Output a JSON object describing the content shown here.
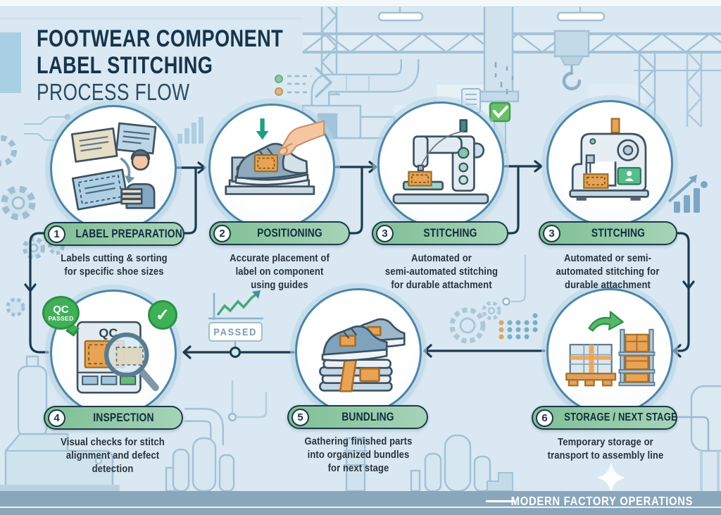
{
  "title": {
    "line1": "FOOTWEAR COMPONENT",
    "line2": "LABEL STITCHING",
    "line3": "PROCESS FLOW"
  },
  "nodes": [
    {
      "id": "label-preparation",
      "number": "1",
      "label": "LABEL PREPARATION",
      "desc_lines": [
        "Labels cutting & sorting",
        "for specific shoe sizes"
      ]
    },
    {
      "id": "positioning",
      "number": "2",
      "label": "POSITIONING",
      "desc_lines": [
        "Accurate placement of",
        "label on component",
        "using guides"
      ]
    },
    {
      "id": "stitching-a",
      "number": "3",
      "label": "STITCHING",
      "desc_lines": [
        "Automated or",
        "semi-automated stitching",
        "for durable attachment"
      ]
    },
    {
      "id": "stitching-b",
      "number": "3",
      "label": "STITCHING",
      "desc_lines": [
        "Automated or semi-",
        "automated stitching for",
        "durable attachment"
      ]
    },
    {
      "id": "inspection",
      "number": "4",
      "label": "INSPECTION",
      "desc_lines": [
        "Visual checks for stitch",
        "alignment and defect",
        "detection"
      ]
    },
    {
      "id": "bundling",
      "number": "5",
      "label": "BUNDLING",
      "desc_lines": [
        "Gathering finished parts",
        "into organized bundles",
        "for next stage"
      ]
    },
    {
      "id": "storage",
      "number": "6",
      "label": "STORAGE / NEXT STAGE",
      "desc_lines": [
        "Temporary storage or",
        "transport to assembly line"
      ]
    }
  ],
  "badges": {
    "qc_top": "QC",
    "qc_bottom": "PASSED",
    "inspection_device_label": "QC",
    "passed_stamp": "PASSED",
    "check_icon": "✓"
  },
  "footer": {
    "caption": "MODERN FACTORY OPERATIONS"
  },
  "colors": {
    "background": "#d9e8f2",
    "pill_green": "#8fc8a3",
    "badge_green": "#3cb254",
    "flow_line": "#1d3a4f",
    "label_orange": "#e8a355",
    "footer_bar": "#89a6bb"
  }
}
